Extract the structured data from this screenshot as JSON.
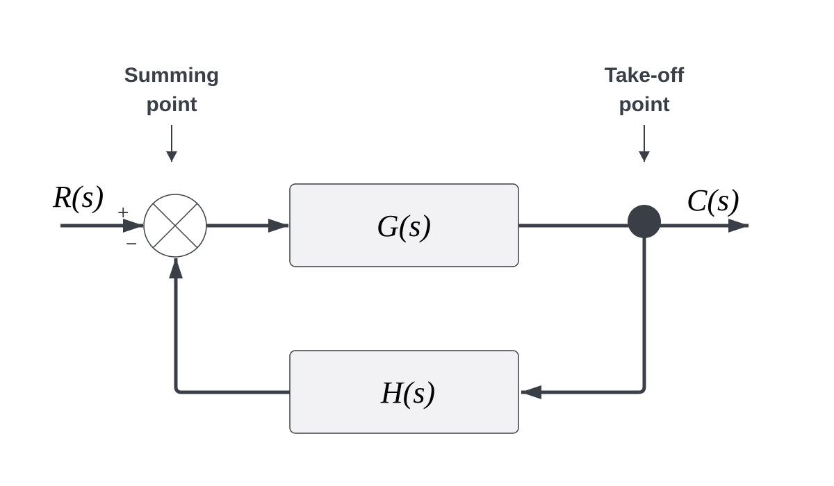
{
  "annotations": {
    "summing_point": [
      "Summing",
      "point"
    ],
    "takeoff_point": [
      "Take-off",
      "point"
    ]
  },
  "signals": {
    "input": "R(s)",
    "output": "C(s)"
  },
  "blocks": {
    "forward": "G(s)",
    "feedback": "H(s)"
  },
  "signs": {
    "plus": "+",
    "minus": "−"
  },
  "colors": {
    "stroke": "#3a3f47",
    "block_fill": "#f2f2f4"
  }
}
